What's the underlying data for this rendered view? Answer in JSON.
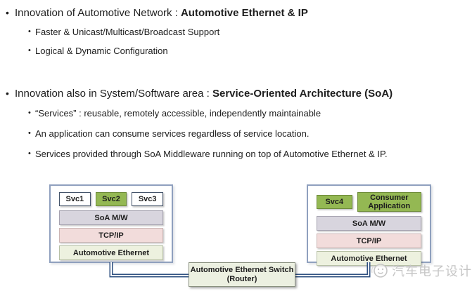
{
  "slide": {
    "bullets": [
      {
        "text": "Innovation of Automotive Network : ",
        "bold_text": "Automotive Ethernet & IP",
        "sub": [
          "Faster & Unicast/Multicast/Broadcast Support",
          "Logical & Dynamic Configuration"
        ]
      },
      {
        "text": "Innovation also in System/Software area : ",
        "bold_text": "Service-Oriented Architecture (SoA)",
        "sub": [
          "“Services” : reusable, remotely accessible, independently maintainable",
          "An application can consume services regardless of service location.",
          "Services provided through SoA Middleware running on top of Automotive Ethernet & IP."
        ]
      }
    ]
  },
  "diagram": {
    "left_node": {
      "services": [
        "Svc1",
        "Svc2",
        "Svc3"
      ],
      "highlighted_service": "Svc2",
      "layers": [
        "SoA M/W",
        "TCP/IP",
        "Automotive Ethernet"
      ]
    },
    "right_node": {
      "services": [
        "Svc4",
        "Consumer Application"
      ],
      "highlighted_services": [
        "Svc4",
        "Consumer Application"
      ],
      "layers": [
        "SoA M/W",
        "TCP/IP",
        "Automotive Ethernet"
      ]
    },
    "switch_node": {
      "label_line1": "Automotive Ethernet Switch",
      "label_line2": "(Router)"
    }
  },
  "watermark": {
    "icon": "smiley-face-logo",
    "text": "汽车电子设计"
  },
  "colors": {
    "service_green": "#94B853",
    "service_green_border": "#6E8C3A",
    "soa_layer": "#D8D5DE",
    "tcpip_layer": "#F2DCDB",
    "ethernet_layer": "#EDF1DF",
    "switch_fill": "#ECF0E1",
    "node_border": "#8FA0BE",
    "connector": "#2F5080",
    "watermark_gray": "#C6C6C6",
    "text": "#1D1D1D"
  }
}
